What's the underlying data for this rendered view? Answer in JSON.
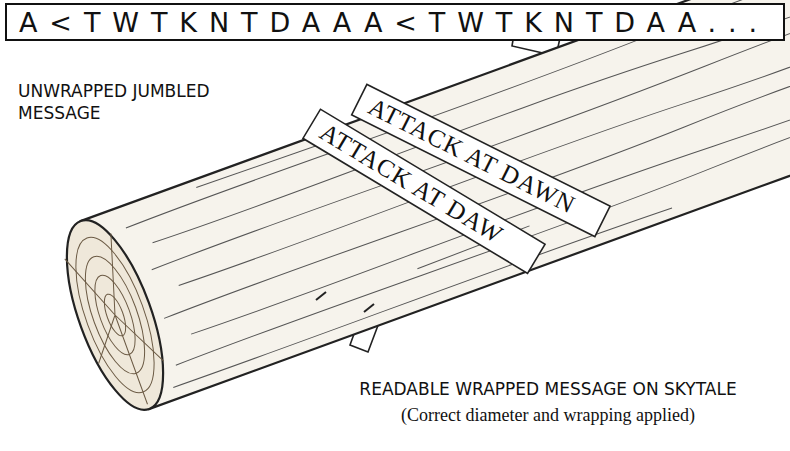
{
  "diagram": {
    "nodes": [
      {
        "text": [
          "A<TWTKNTDAAA<TWTKNTDAA..."
        ]
      }
    ],
    "labels": [
      "UNWRAPPED JUMBLED MESSAGE",
      "ATTACK AT DAWN",
      "ATTACK AT DAW",
      "READABLE WRAPPED MESSAGE ON SKYTALE",
      "(Correct diameter and wrapping applied)"
    ]
  }
}
